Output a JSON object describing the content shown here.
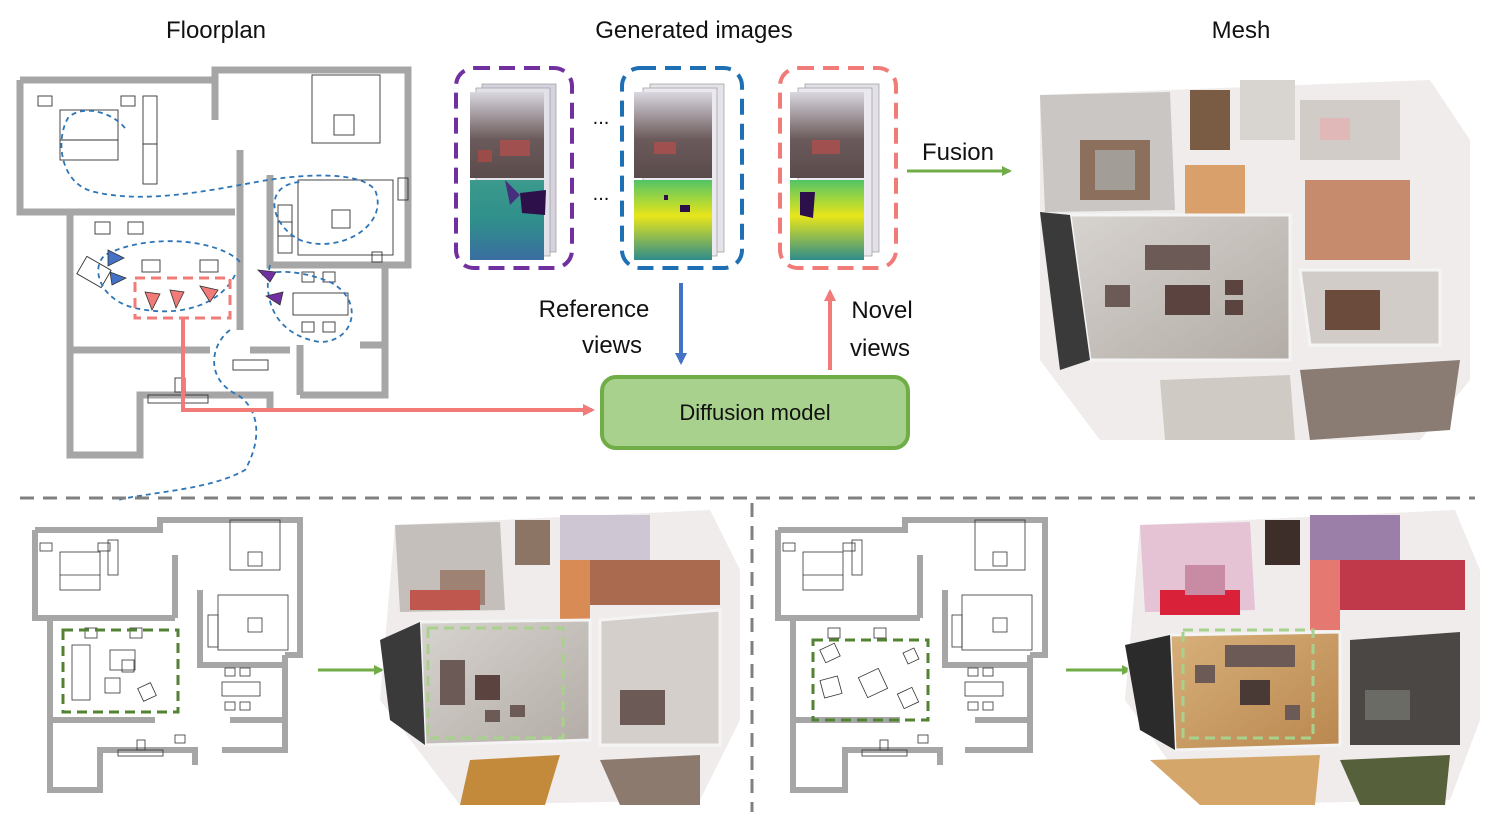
{
  "headers": {
    "floorplan": "Floorplan",
    "generated": "Generated images",
    "mesh": "Mesh"
  },
  "labels": {
    "fusion": "Fusion",
    "reference_line1": "Reference",
    "reference_line2": "views",
    "novel_line1": "Novel",
    "novel_line2": "views",
    "diffusion": "Diffusion model",
    "ellipsis_top": "...",
    "ellipsis_bottom": "..."
  },
  "colors": {
    "wall": "#a6a6a6",
    "trajectory": "#2e75b6",
    "reference_frame": "#7030a0",
    "reference_frame_2": "#1f6fb5",
    "novel_frame": "#f07b78",
    "diffusion_fill": "#a9d18e",
    "diffusion_stroke": "#70ad47",
    "arrow_green": "#70ad47",
    "arrow_blue": "#4472c4",
    "arrow_red": "#f07b78",
    "edit_box": "#548235",
    "edit_box_light": "#a9d18e"
  }
}
